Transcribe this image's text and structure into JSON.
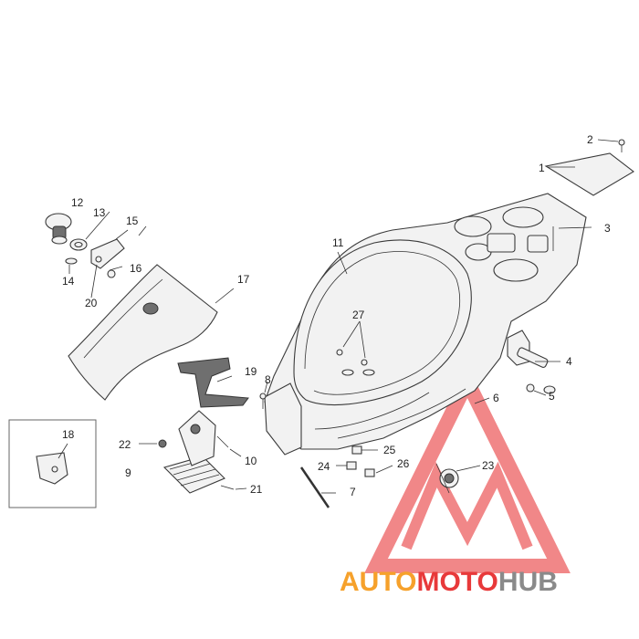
{
  "callouts": {
    "c1": "1",
    "c2": "2",
    "c3": "3",
    "c4": "4",
    "c5": "5",
    "c6": "6",
    "c7": "7",
    "c8": "8",
    "c9": "9",
    "c10": "10",
    "c11": "11",
    "c12": "12",
    "c13": "13",
    "c14": "14",
    "c15": "15",
    "c16": "16",
    "c17": "17",
    "c18": "18",
    "c19": "19",
    "c20": "20",
    "c21": "21",
    "c22": "22",
    "c23": "23",
    "c24": "24",
    "c25": "25",
    "c26": "26",
    "c27": "27"
  },
  "watermark": {
    "part1": "AUTO",
    "part2": "MOTO",
    "part3": "HUB",
    "color_orange": "#f6a12b",
    "color_red": "#e8393a",
    "color_gray": "#8a8a8a"
  }
}
